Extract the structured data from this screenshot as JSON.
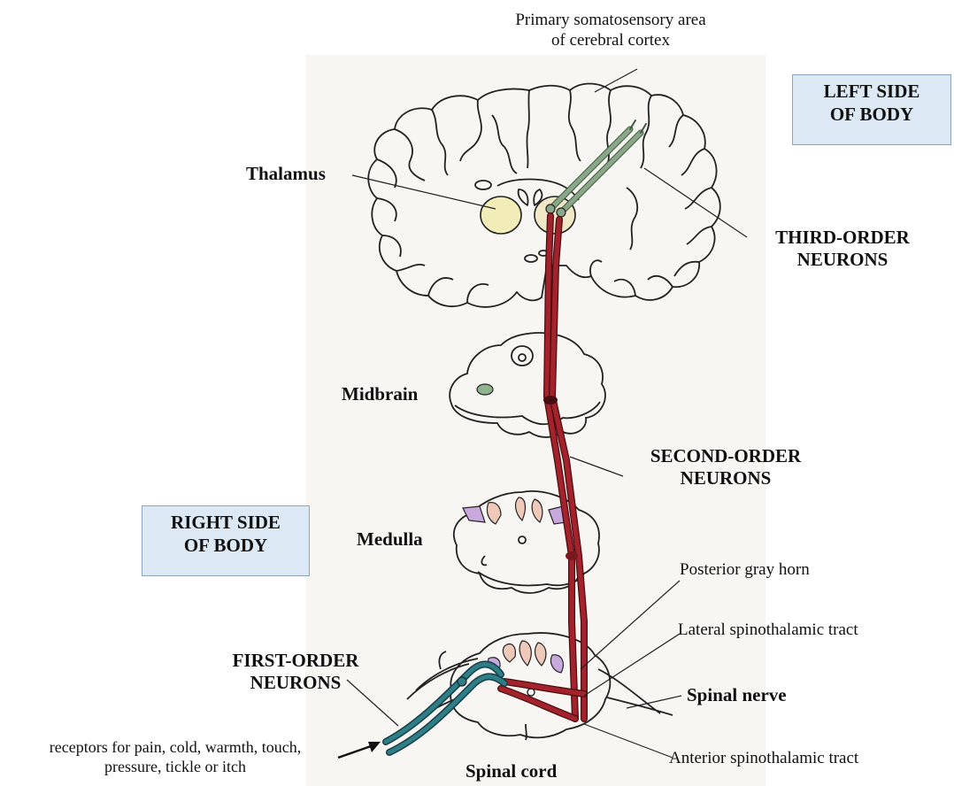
{
  "labels": {
    "primary_area_line1": "Primary somatosensory area",
    "primary_area_line2": "of cerebral cortex",
    "thalamus": "Thalamus",
    "third_order_line1": "THIRD-ORDER",
    "third_order_line2": "NEURONS",
    "midbrain": "Midbrain",
    "second_order_line1": "SECOND-ORDER",
    "second_order_line2": "NEURONS",
    "medulla": "Medulla",
    "posterior_gray_horn": "Posterior gray horn",
    "lateral_spinothalamic": "Lateral spinothalamic tract",
    "first_order_line1": "FIRST-ORDER",
    "first_order_line2": "NEURONS",
    "spinal_nerve": "Spinal nerve",
    "receptors_line1": "receptors for pain, cold, warmth, touch,",
    "receptors_line2": "pressure, tickle or itch",
    "spinal_cord": "Spinal cord",
    "anterior_spinothalamic": "Anterior spinothalamic tract"
  },
  "boxes": {
    "left_side_line1": "LEFT SIDE",
    "left_side_line2": "OF BODY",
    "right_side_line1": "RIGHT SIDE",
    "right_side_line2": "OF BODY"
  },
  "colors": {
    "first_order_neuron": "#2e7d87",
    "second_order_neuron": "#a3222b",
    "third_order_neuron": "#8aa889",
    "thalamus": "#f1ecb8",
    "box_fill": "#dce8f4",
    "outline": "#222222"
  }
}
